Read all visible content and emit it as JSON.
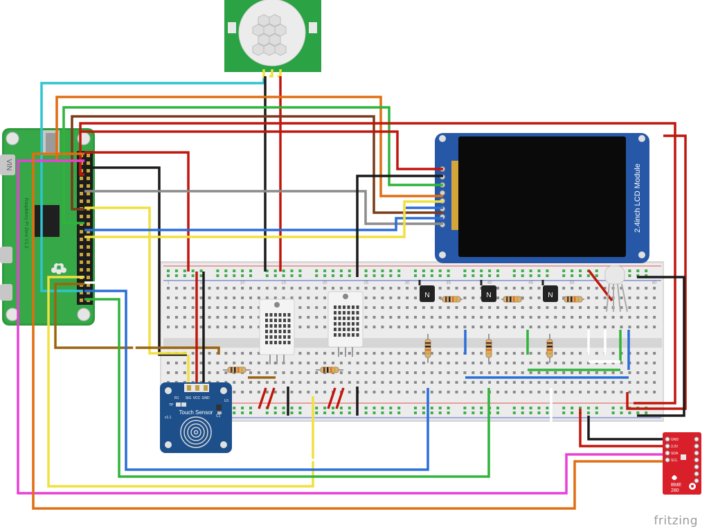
{
  "pi": {
    "board_label": "Raspberry Pi Zero V1.2",
    "vin_label": "VIN"
  },
  "lcd": {
    "label": "2.4inch LCD Module"
  },
  "touch": {
    "title": "Touch Sensor",
    "version": "v1.1",
    "pin_sig": "SIG",
    "pin_vcc": "VCC",
    "pin_gnd": "GND",
    "tp_label": "TP",
    "r1": "R1",
    "u1": "U1",
    "c1": "C1"
  },
  "bme": {
    "name": "BME",
    "model": "280",
    "pins": [
      "GND",
      "3.3V",
      "SDA",
      "SCL"
    ]
  },
  "transistor": {
    "mark": "N"
  },
  "breadboard": {
    "col_numbers": [
      "1",
      "5",
      "10",
      "15",
      "20",
      "25",
      "30",
      "35",
      "40",
      "45",
      "50",
      "55",
      "60"
    ]
  },
  "logo": "fritzing"
}
